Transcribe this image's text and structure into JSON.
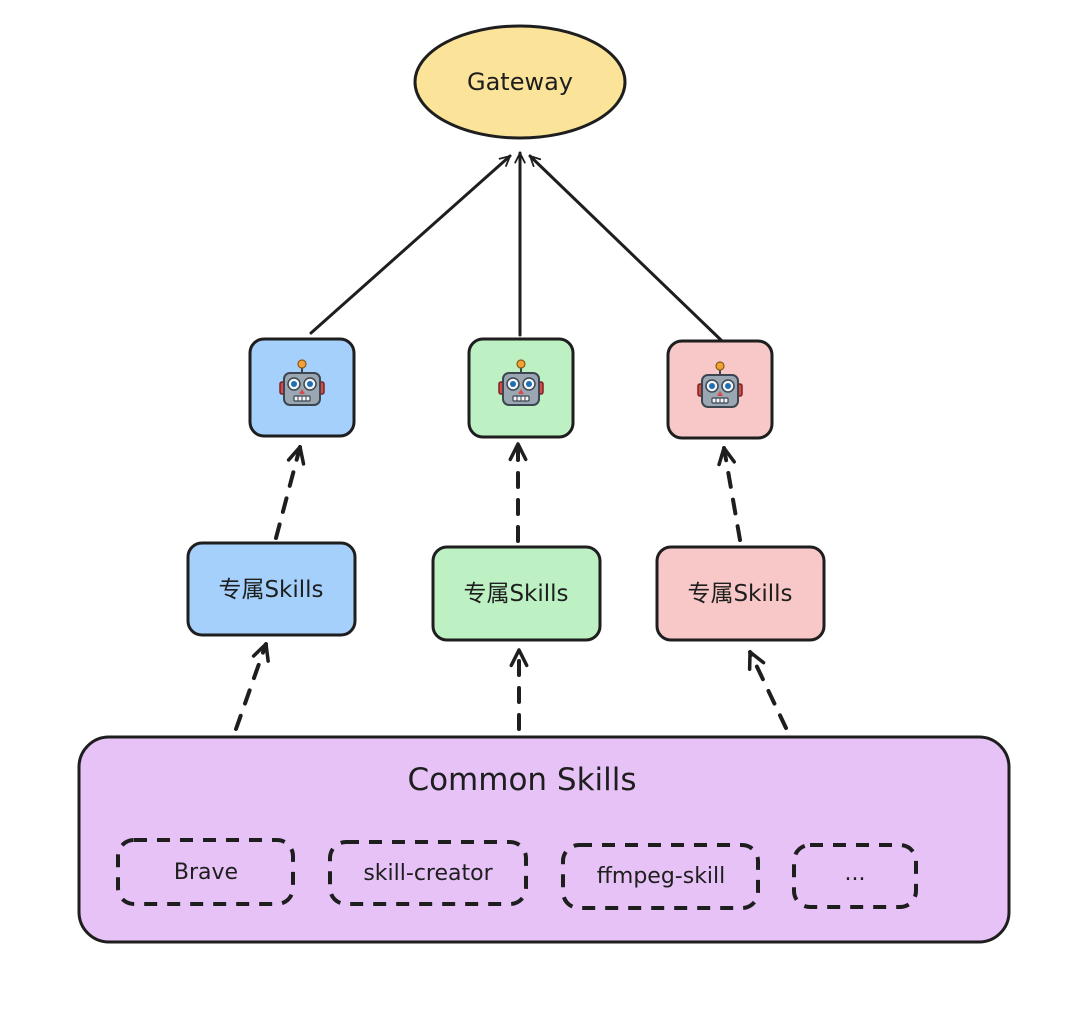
{
  "colors": {
    "gateway_fill": "#fbe49a",
    "agent_blue": "#a5d0fc",
    "agent_green": "#bdf1c3",
    "agent_red": "#f7c8c7",
    "common_fill": "#e6c2f6",
    "stroke": "#1e1e1e"
  },
  "gateway": {
    "label": "Gateway"
  },
  "agents": [
    {
      "icon": "robot-icon",
      "color": "blue"
    },
    {
      "icon": "robot-icon",
      "color": "green"
    },
    {
      "icon": "robot-icon",
      "color": "red"
    }
  ],
  "exclusive_skills": [
    {
      "label": "专属Skills"
    },
    {
      "label": "专属Skills"
    },
    {
      "label": "专属Skills"
    }
  ],
  "common_skills": {
    "title": "Common Skills",
    "items": [
      {
        "label": "Brave"
      },
      {
        "label": "skill-creator"
      },
      {
        "label": "ffmpeg-skill"
      },
      {
        "label": "..."
      }
    ]
  }
}
